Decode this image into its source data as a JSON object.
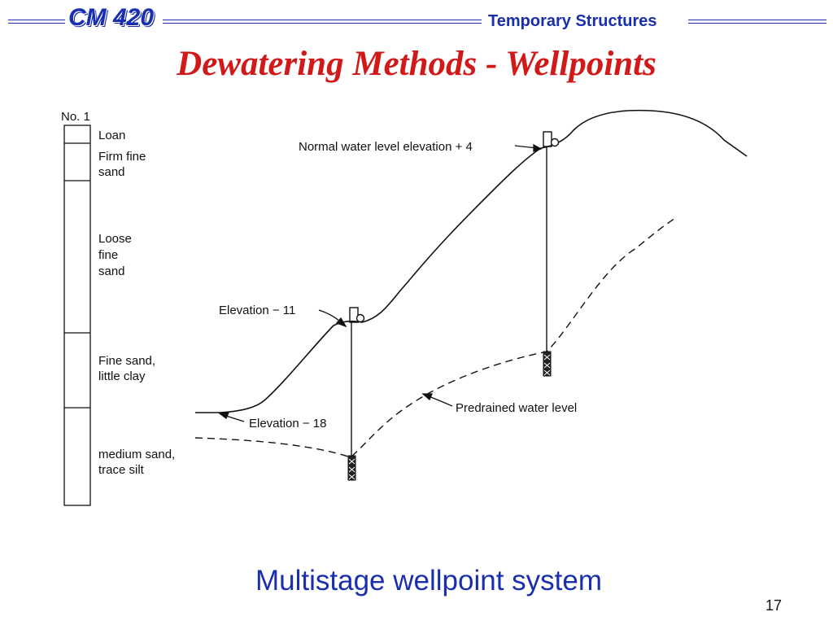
{
  "header": {
    "course": "CM 420",
    "topic": "Temporary Structures"
  },
  "title": "Dewatering Methods - Wellpoints",
  "boring_log": {
    "label": "No. 1",
    "layers": [
      "Loan",
      "Firm fine sand",
      "Loose fine sand",
      "Fine sand, little clay",
      "medium sand, trace silt"
    ]
  },
  "diagram": {
    "annotations": {
      "normal_water": "Normal water level elevation + 4",
      "elevation_11": "Elevation − 11",
      "elevation_18": "Elevation − 18",
      "predrained": "Predrained water level"
    }
  },
  "caption": "Multistage wellpoint system",
  "page_number": "17",
  "colors": {
    "accent": "#1a2fb0",
    "title": "#d21919",
    "ink": "#111111"
  }
}
